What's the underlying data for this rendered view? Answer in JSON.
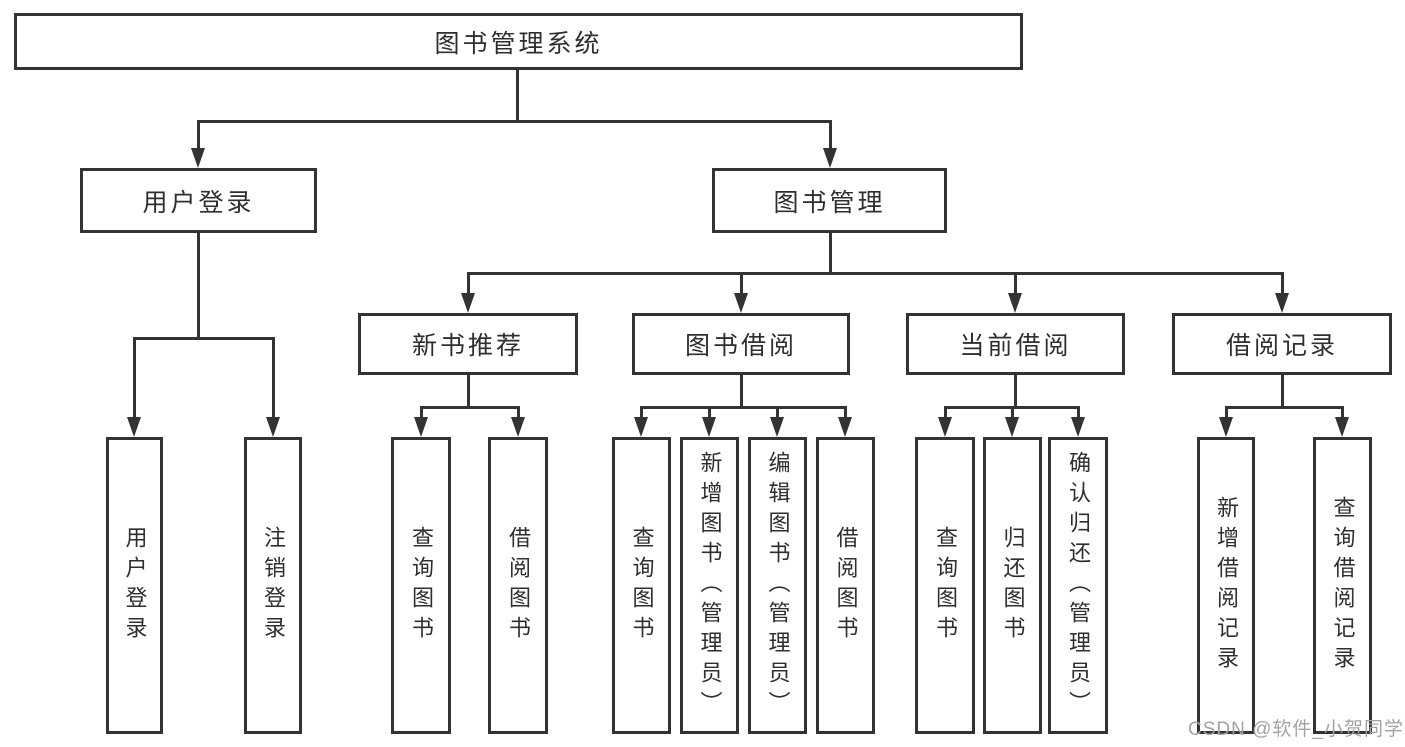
{
  "diagram": {
    "root": {
      "label": "图书管理系统"
    },
    "user_login": {
      "label": "用户登录",
      "children": [
        {
          "label": "用户登录"
        },
        {
          "label": "注销登录"
        }
      ]
    },
    "book_mgmt": {
      "label": "图书管理",
      "sections": [
        {
          "label": "新书推荐",
          "children": [
            {
              "label": "查询图书"
            },
            {
              "label": "借阅图书"
            }
          ]
        },
        {
          "label": "图书借阅",
          "children": [
            {
              "label": "查询图书"
            },
            {
              "label": "新增图书（管理员）"
            },
            {
              "label": "编辑图书（管理员）"
            },
            {
              "label": "借阅图书"
            }
          ]
        },
        {
          "label": "当前借阅",
          "children": [
            {
              "label": "查询图书"
            },
            {
              "label": "归还图书"
            },
            {
              "label": "确认归还（管理员）"
            }
          ]
        },
        {
          "label": "借阅记录",
          "children": [
            {
              "label": "新增借阅记录"
            },
            {
              "label": "查询借阅记录"
            }
          ]
        }
      ]
    }
  },
  "watermark": "CSDN @软件_小贺同学",
  "colors": {
    "line": "#333333",
    "box_border": "#333333",
    "text": "#2f2f2f",
    "watermark": "#a3a3a3",
    "background": "#ffffff"
  }
}
